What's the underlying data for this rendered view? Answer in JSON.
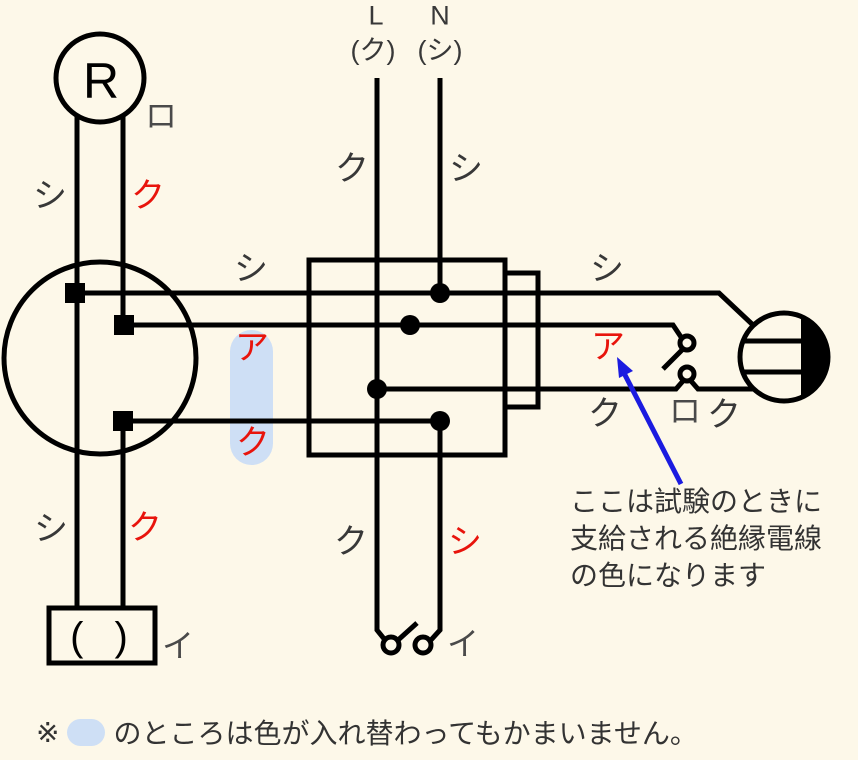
{
  "colors": {
    "background": "#FDF8E9",
    "wire_black": "#000000",
    "label_gray": "#383838",
    "label_red": "#E8140C",
    "highlight_blue": "#CEDFF5",
    "arrow_blue": "#1B1BE0"
  },
  "power_source": {
    "l_terminal": "L",
    "n_terminal": "N",
    "l_wire_color": "(ク)",
    "n_wire_color": "(シ)"
  },
  "labels": {
    "r_symbol": "R",
    "r_device": "ロ",
    "r_wire_left": "シ",
    "r_wire_right": "ク",
    "feed_l": "ク",
    "feed_n": "シ",
    "wire1_left": "シ",
    "wire1_right": "シ",
    "wire2_left": "ア",
    "wire2_right": "ア",
    "wire4_label": "ク",
    "wire3_label": "ク",
    "switch_right_name": "ロ",
    "switch_to_lamp": "ク",
    "down_left_white": "シ",
    "down_left_black": "ク",
    "bottom_black": "ク",
    "bottom_white": "シ",
    "switch_bottom_name": "イ",
    "lamp_box_text": "( )",
    "lamp_box_name": "イ"
  },
  "annotation": {
    "line1": "ここは試験のときに",
    "line2": "支給される絶縁電線",
    "line3": "の色になります"
  },
  "note": {
    "mark": "※",
    "text": "のところは色が入れ替わってもかまいません。"
  }
}
